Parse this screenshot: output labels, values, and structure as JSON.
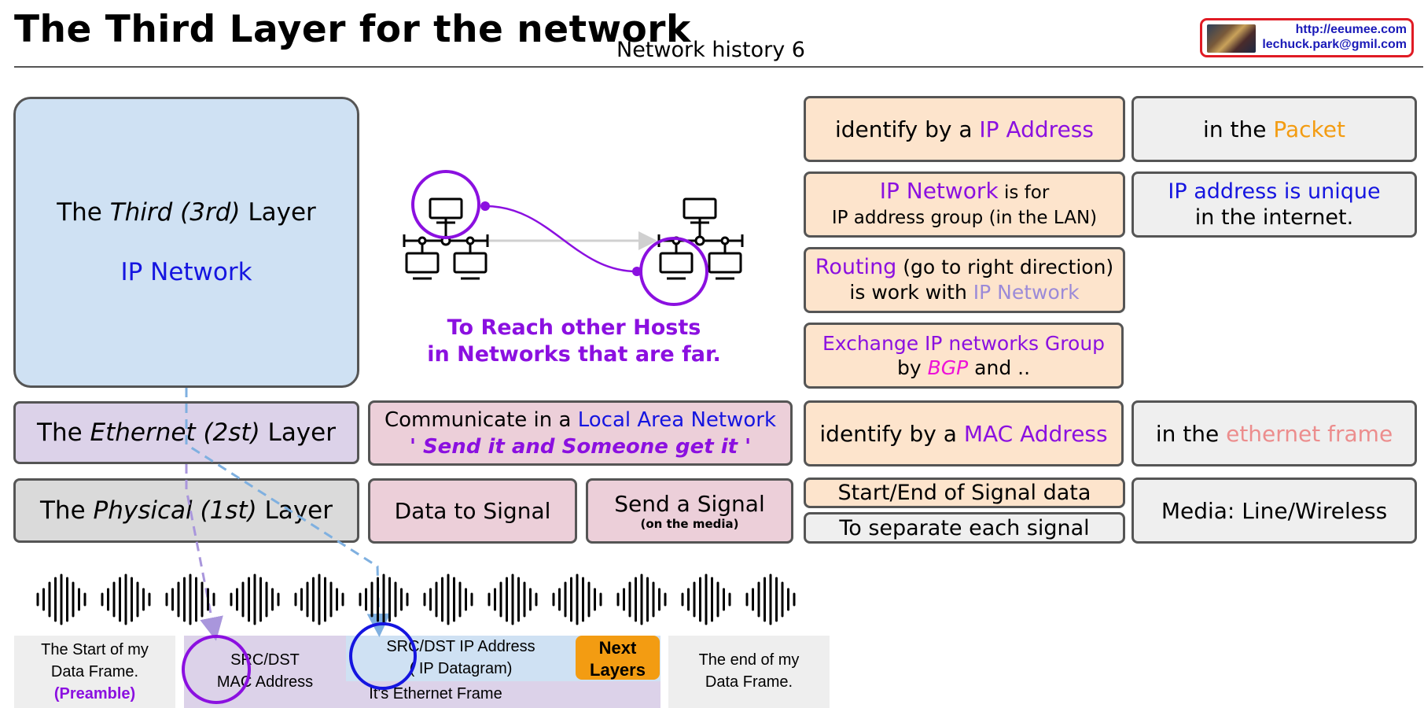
{
  "header": {
    "title": "The Third Layer for the network",
    "subtitle": "Network history 6",
    "credit_url": "http://eeumee.com",
    "credit_email": "lechuck.park@gmil.com"
  },
  "layers": {
    "third_line1_a": "The ",
    "third_line1_b": "Third (3rd)",
    "third_line1_c": " Layer",
    "third_line2": "IP Network",
    "ethernet_a": "The ",
    "ethernet_b": "Ethernet (2st)",
    "ethernet_c": " Layer",
    "physical_a": "The ",
    "physical_b": "Physical (1st)",
    "physical_c": " Layer"
  },
  "middle": {
    "reach_line1": "To Reach other Hosts",
    "reach_line2": "in Networks that are far.",
    "lan_a": "Communicate in a ",
    "lan_b": "Local Area Network",
    "lan_line2": "' Send it and Someone get it '",
    "data_to_signal": "Data to Signal",
    "send_signal": "Send a Signal",
    "send_signal_sub": "(on the media)"
  },
  "right": {
    "ip_id_a": "identify by a ",
    "ip_id_b": "IP Address",
    "packet_a": "in the ",
    "packet_b": "Packet",
    "ipnet_a": "IP Network",
    "ipnet_b": " is for",
    "ipnet_line2": "IP address group (in the LAN)",
    "unique_line1": "IP address is unique",
    "unique_line2": "in the internet.",
    "routing_a": "Routing",
    "routing_b": " (go to right direction)",
    "routing_line2_a": "is work with ",
    "routing_line2_b": "IP Network",
    "bgp_line1": "Exchange IP networks Group",
    "bgp_a": "by ",
    "bgp_b": "BGP",
    "bgp_c": " and ..",
    "mac_id_a": "identify by a ",
    "mac_id_b": "MAC Address",
    "frame_a": "in the ",
    "frame_b": "ethernet frame",
    "start_end": "Start/End of Signal data",
    "separate": "To separate each signal",
    "media": "Media: Line/Wireless"
  },
  "frame": {
    "start_line1": "The Start of my",
    "start_line2": "Data Frame.",
    "preamble": "(Preamble)",
    "mac_line1": "SRC/DST",
    "mac_line2": "MAC Address",
    "ip_line1": "SRC/DST IP Address",
    "ip_line2": "( IP Datagram)",
    "next_line1": "Next",
    "next_line2": "Layers",
    "ethernet_frame": "It's Ethernet Frame",
    "end_line1": "The end of my",
    "end_line2": "Data Frame."
  },
  "colors": {
    "ip_purple": "#8b10e0",
    "ip_blue": "#1515e0",
    "packet_orange": "#f39c12",
    "bgp_magenta": "#ee10d8",
    "ethernet_salmon": "#ec8d8d",
    "next_layers_orange": "#f39c12"
  }
}
